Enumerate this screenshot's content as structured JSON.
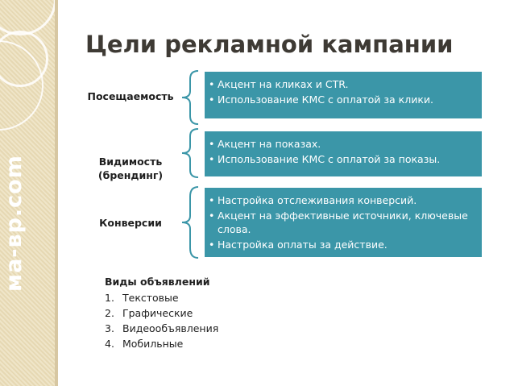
{
  "watermark": "ма-вр.com",
  "title": "Цели рекламной кампании",
  "goals": [
    {
      "label": "Посещаемость",
      "bullets": [
        "Акцент на кликах и CTR.",
        "Использование КМС с оплатой за клики."
      ]
    },
    {
      "label": "Видимость\n(брендинг)",
      "bullets": [
        "Акцент на показах.",
        "Использование КМС с оплатой за показы."
      ]
    },
    {
      "label": "Конверсии",
      "bullets": [
        "Настройка отслеживания конверсий.",
        "Акцент на эффективные источники, ключевые слова.",
        "Настройка оплаты за действие."
      ]
    }
  ],
  "ad_types": {
    "title": "Виды объявлений",
    "items": [
      {
        "num": "1.",
        "text": "Текстовые"
      },
      {
        "num": "2.",
        "text": "Графические"
      },
      {
        "num": "3.",
        "text": "Видеообъявления"
      },
      {
        "num": "4.",
        "text": "Мобильные"
      }
    ]
  },
  "colors": {
    "box": "#3b96a8",
    "title": "#3e3a34",
    "band": "#efe5c8"
  }
}
